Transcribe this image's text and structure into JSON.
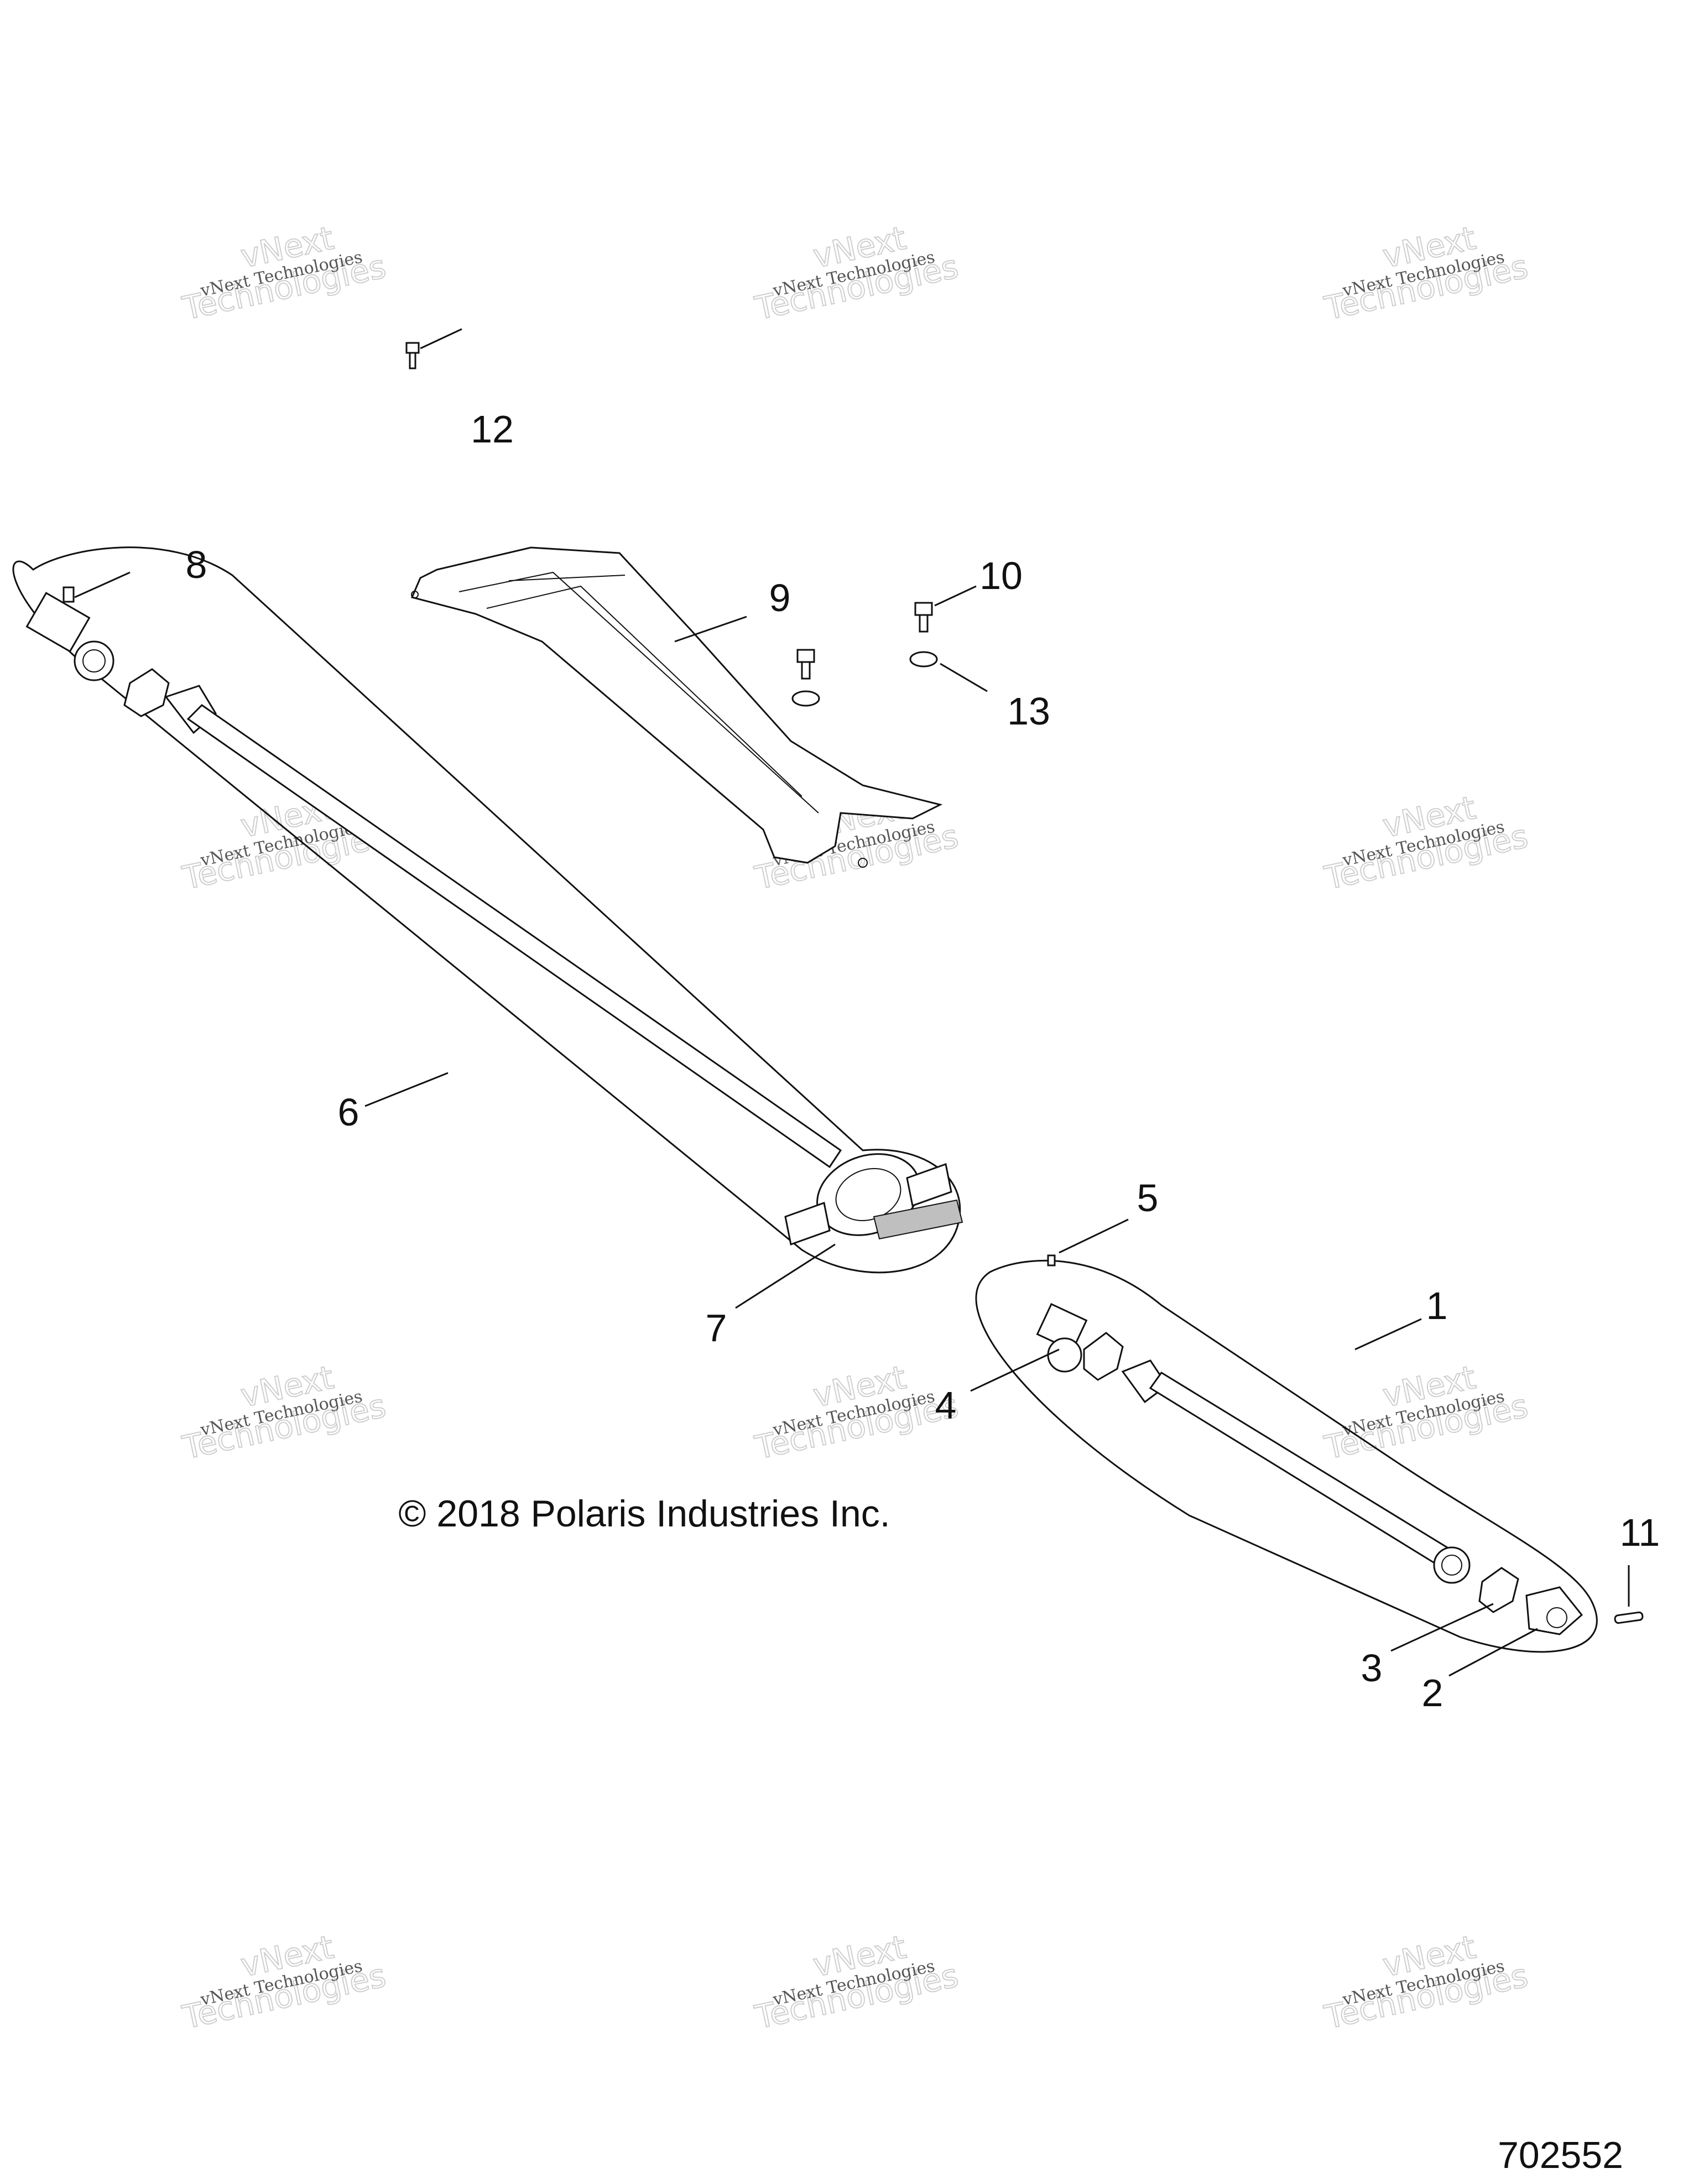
{
  "callouts": [
    "1",
    "2",
    "3",
    "4",
    "5",
    "6",
    "7",
    "8",
    "9",
    "10",
    "11",
    "12",
    "13"
  ],
  "watermark": {
    "line1": "vNext Technologies",
    "line2": "vNext",
    "line3": "Technologies"
  },
  "copyright": "© 2018 Polaris Industries Inc.",
  "document_number": "702552"
}
